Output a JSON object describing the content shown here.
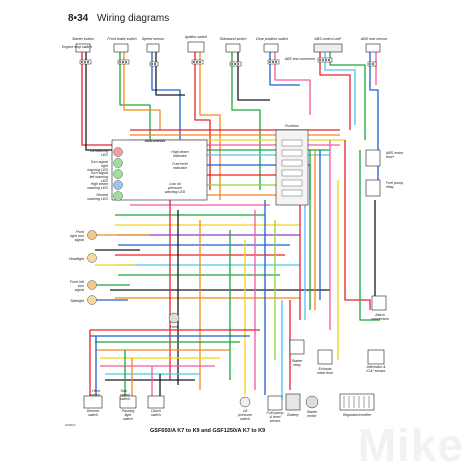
{
  "header": {
    "page_number": "8•34",
    "title": "Wiring diagrams"
  },
  "footer": {
    "title": "GSF650/A K7 to K9 and GSF1250/A K7 to K9",
    "ref": "H50004"
  },
  "watermark": "Mike",
  "components": {
    "starter_button": "Starter button",
    "engine_stop_switch": "Engine stop switch",
    "front_brake_switch": "Front brake switch",
    "speed_sensor": "Speed sensor",
    "ignition_switch": "Ignition switch",
    "sidestand_switch": "Sidestand switch",
    "gear_position_switch": "Gear position switch",
    "abs_front_sensor": "ABS front sensor",
    "abs_control_unit": "ABS control unit*",
    "abs_test_connector": "ABS test connector",
    "abs_rear_sensor": "ABS rear sensor",
    "instruments": "Instruments",
    "high_beam_indicator": "High beam indicator",
    "fuel_level_indicator": "Fuel level indicator",
    "low_oil_pressure_warning": "Low oil pressure warning LED",
    "oil_warning_led": "Oil warning LED",
    "turn_signal_right_led": "Turn signal right warning LED",
    "turn_signal_left_led": "Turn signal left warning LED",
    "high_beam_led": "High beam warning LED",
    "neutral_led": "Neutral warning LED",
    "fusebox": "Fusebox",
    "abs_motor_fuse": "ABS motor fuse*",
    "fuel_pump_relay": "Fuel pump relay",
    "front_right_turn_signal": "Front right turn signal",
    "headlight": "Headlight",
    "front_left_turn_signal": "Front left turn signal",
    "sidelight": "Sidelight",
    "horn": "Horn",
    "alarm_connectors": "Alarm connectors",
    "starter_relay": "Starter relay",
    "alternator": "Alternator & ICA* sensor",
    "exhaust_valve_fuse": "Exhaust valve fuse",
    "oil_pressure_switch": "Oil pressure switch",
    "fuel_pump": "Fuel pump & level sensor",
    "battery": "Battery",
    "starter_motor": "Starter motor",
    "regulator_rectifier": "Regulator/rectifier",
    "dimmer_switch": "Dimmer switch",
    "passing_light_switch": "Passing light switch",
    "clutch_switch": "Clutch switch",
    "horn_switch": "Horn switch",
    "turn_signal_switch": "Turn signal switch"
  },
  "wire_colors": {
    "red": "#e8202a",
    "green": "#1aa83a",
    "blue": "#1e5fd0",
    "yellow": "#f2d21a",
    "orange": "#f08a1c",
    "pink": "#f25aa0",
    "black": "#1a1a1a",
    "lightblue": "#4cc3f0",
    "gray": "#8a8a8a",
    "brown": "#7a4a1a",
    "lime": "#8fd43a",
    "purple": "#8a3ac0"
  }
}
